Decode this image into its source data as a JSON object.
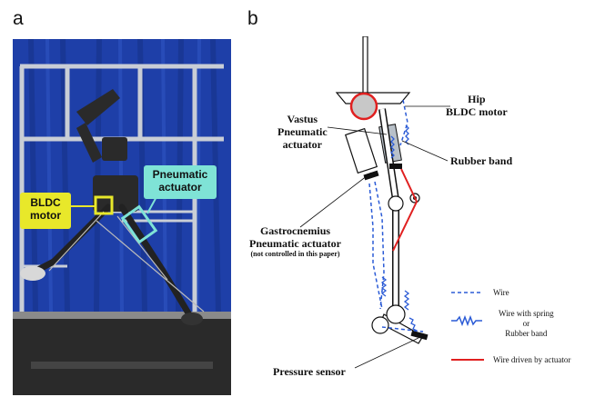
{
  "panels": {
    "a_letter": "a",
    "b_letter": "b"
  },
  "photo": {
    "bldc_label_line1": "BLDC",
    "bldc_label_line2": "motor",
    "pneumatic_label_line1": "Pneumatic",
    "pneumatic_label_line2": "actuator",
    "background_color": "#1e3fa8",
    "bldc_highlight_color": "#e8e82a",
    "pneumatic_highlight_color": "#7fe3d6"
  },
  "diagram": {
    "hip_line1": "Hip",
    "hip_line2": "BLDC motor",
    "vastus_line1": "Vastus",
    "vastus_line2": "Pneumatic",
    "vastus_line3": "actuator",
    "rubber_band": "Rubber band",
    "gastro_line1": "Gastrocnemius",
    "gastro_line2": "Pneumatic actuator",
    "gastro_note": "(not controlled in this paper)",
    "pressure_sensor": "Pressure sensor",
    "colors": {
      "wire": "#2b5bd6",
      "actuator_wire": "#e02020",
      "motor_ring": "#e02020"
    }
  },
  "legend": {
    "wire": "Wire",
    "spring_line1": "Wire with spring",
    "spring_line2": "or",
    "spring_line3": "Rubber band",
    "driven": "Wire driven by actuator"
  }
}
